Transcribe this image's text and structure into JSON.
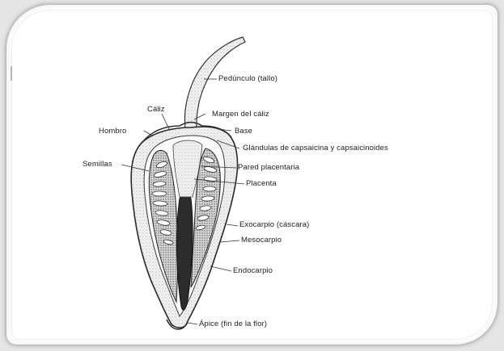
{
  "labels": {
    "peduncle": "Pedúnculo (tallo)",
    "calyx": "Cáliz",
    "calyx_margin": "Margen del cáliz",
    "shoulder": "Hombro",
    "base": "Base",
    "glands": "Glándulas de capsaicina y capsaicinoides",
    "seeds": "Semillas",
    "placental_wall": "Pared placentaria",
    "placenta": "Placenta",
    "exocarp": "Exocarpio (cáscara)",
    "mesocarp": "Mesocarpio",
    "endocarp": "Endocarpio",
    "apex": "Ápice (fin de la flor)"
  }
}
